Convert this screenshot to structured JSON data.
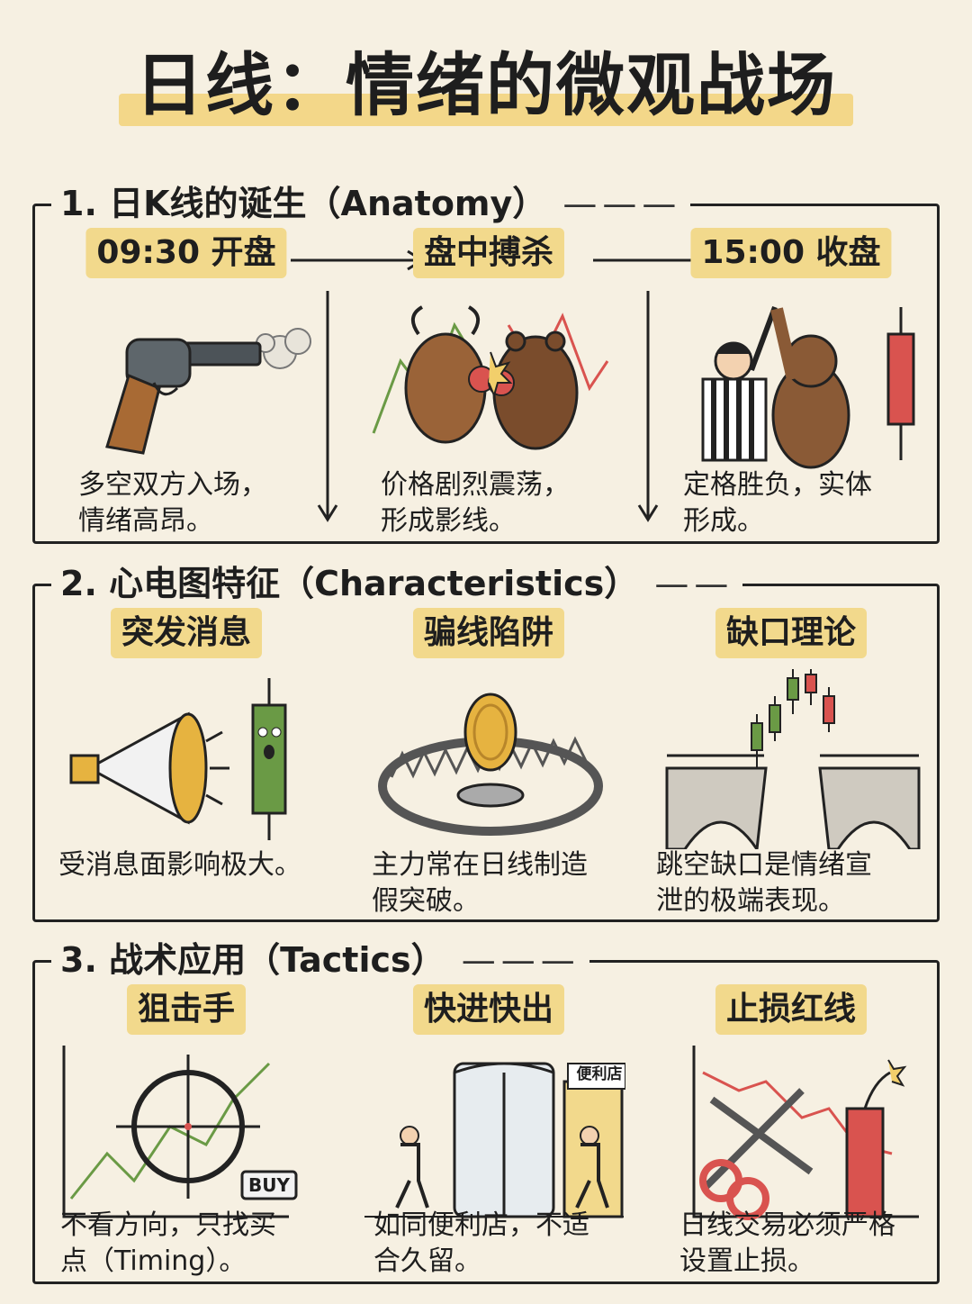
{
  "title": "日线：情绪的微观战场",
  "sections": [
    {
      "heading": "1. 日K线的诞生（Anatomy）",
      "items": [
        {
          "label": "09:30 开盘",
          "caption": "多空双方入场，\n情绪高昂。",
          "icon": "revolver-icon"
        },
        {
          "label": "盘中搏杀",
          "caption": "价格剧烈震荡，\n形成影线。",
          "icon": "bull-bear-fight-icon"
        },
        {
          "label": "15:00 收盘",
          "caption": "定格胜负，实体\n形成。",
          "icon": "referee-bear-candle-icon"
        }
      ]
    },
    {
      "heading": "2. 心电图特征（Characteristics）",
      "items": [
        {
          "label": "突发消息",
          "caption": "受消息面影响极大。",
          "icon": "megaphone-candle-icon"
        },
        {
          "label": "骗线陷阱",
          "caption": "主力常在日线制造\n假突破。",
          "icon": "bear-trap-coin-icon"
        },
        {
          "label": "缺口理论",
          "caption": "跳空缺口是情绪宣\n泄的极端表现。",
          "icon": "broken-bridge-icon"
        }
      ]
    },
    {
      "heading": "3. 战术应用（Tactics）",
      "items": [
        {
          "label": "狙击手",
          "caption": "不看方向，只找买\n点（Timing）。",
          "icon": "crosshair-icon",
          "badge": "BUY"
        },
        {
          "label": "快进快出",
          "caption": "如同便利店，不适\n合久留。",
          "icon": "revolving-door-icon",
          "sign": "便利店"
        },
        {
          "label": "止损红线",
          "caption": "日线交易必须严格\n设置止损。",
          "icon": "scissors-dynamite-icon"
        }
      ]
    }
  ],
  "colors": {
    "background": "#f6f0e2",
    "highlight": "#f2d98c",
    "up": "#6a9a45",
    "down": "#d9534f"
  }
}
